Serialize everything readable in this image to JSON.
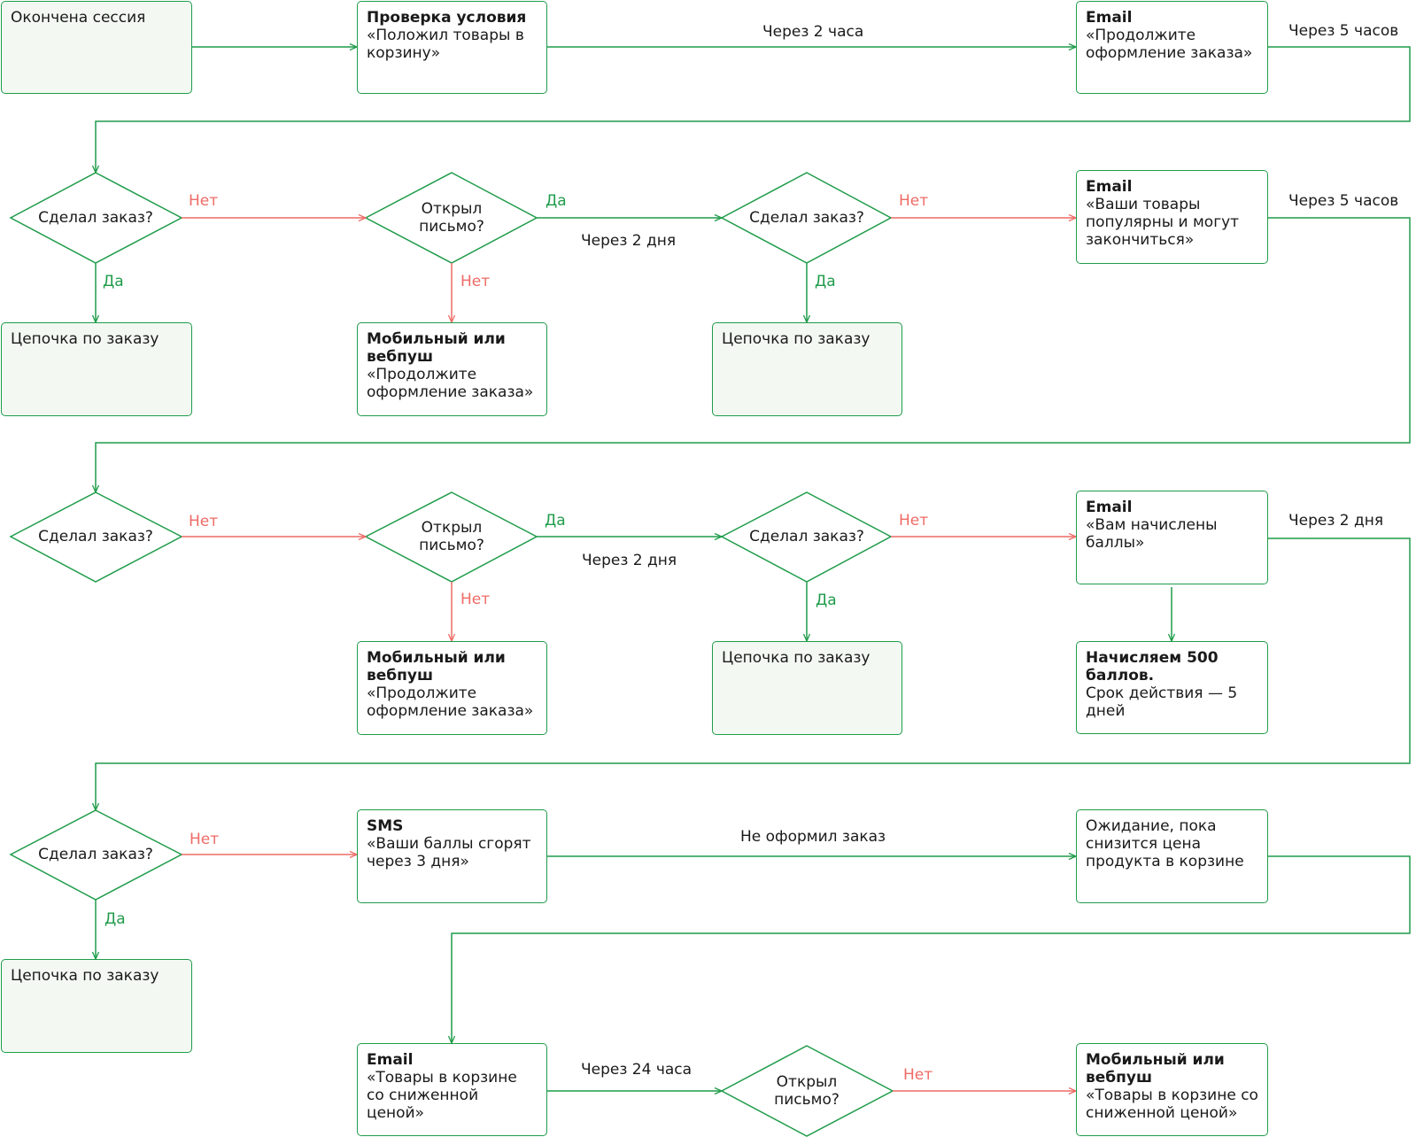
{
  "colors": {
    "primary": "#1f9c4a",
    "negative": "#ee6b66",
    "terminal_fill": "#f3f9f2",
    "text": "#1a1a1a"
  },
  "boxes": {
    "session_end": {
      "title": "",
      "body": "Окончена сессия"
    },
    "check_cart": {
      "title": "Проверка условия",
      "body": "«Положил товары в корзину»"
    },
    "email_1": {
      "title": "Email",
      "body": "«Продолжите оформление заказа»"
    },
    "email_2": {
      "title": "Email",
      "body": "«Ваши товары популярны и могут закончиться»"
    },
    "chain_r2_left": {
      "title": "",
      "body": "Цепочка по заказу"
    },
    "push_r2": {
      "title": "Мобильный или вебпуш",
      "body": "«Продолжите оформление заказа»"
    },
    "chain_r2_mid": {
      "title": "",
      "body": "Цепочка по заказу"
    },
    "email_3": {
      "title": "Email",
      "body": "«Вам начислены баллы»"
    },
    "push_r3": {
      "title": "Мобильный или вебпуш",
      "body": "«Продолжите оформление заказа»"
    },
    "chain_r3_mid": {
      "title": "",
      "body": "Цепочка по заказу"
    },
    "points_500": {
      "title": "Начисляем 500 баллов.",
      "body": "Срок действия — 5 дней"
    },
    "sms": {
      "title": "SMS",
      "body": "«Ваши баллы сгорят через 3 дня»"
    },
    "wait_price": {
      "title": "",
      "body": "Ожидание, пока снизится цена продукта в корзине"
    },
    "chain_r4_left": {
      "title": "",
      "body": "Цепочка по заказу"
    },
    "email_4": {
      "title": "Email",
      "body": "«Товары в корзине со сниженной ценой»"
    },
    "push_final": {
      "title": "Мобильный или вебпуш",
      "body": "«Товары в корзине со сниженной ценой»"
    }
  },
  "diamonds": {
    "d_r2_1": "Сделал заказ?",
    "d_r2_2": "Открыл письмо?",
    "d_r2_3": "Сделал заказ?",
    "d_r3_1": "Сделал заказ?",
    "d_r3_2": "Открыл письмо?",
    "d_r3_3": "Сделал заказ?",
    "d_r4_1": "Сделал заказ?",
    "d_r5": "Открыл письмо?"
  },
  "labels": {
    "delay_2h": "Через 2 часа",
    "delay_5h_a": "Через 5 часов",
    "delay_5h_b": "Через 5 часов",
    "delay_2d_r2": "Через 2 дня",
    "delay_2d_r3": "Через 2 дня",
    "delay_2d_email3": "Через 2 дня",
    "no_order": "Не оформил заказ",
    "delay_24h": "Через 24 часа",
    "r2_no_1": "Нет",
    "r2_yes_1": "Да",
    "r2_yes_2": "Да",
    "r2_no_2": "Нет",
    "r2_no_3": "Нет",
    "r2_yes_3": "Да",
    "r3_no_1": "Нет",
    "r3_yes_2": "Да",
    "r3_no_2": "Нет",
    "r3_no_3": "Нет",
    "r3_yes_3": "Да",
    "r4_no_1": "Нет",
    "r4_yes_1": "Да",
    "r5_no": "Нет"
  }
}
